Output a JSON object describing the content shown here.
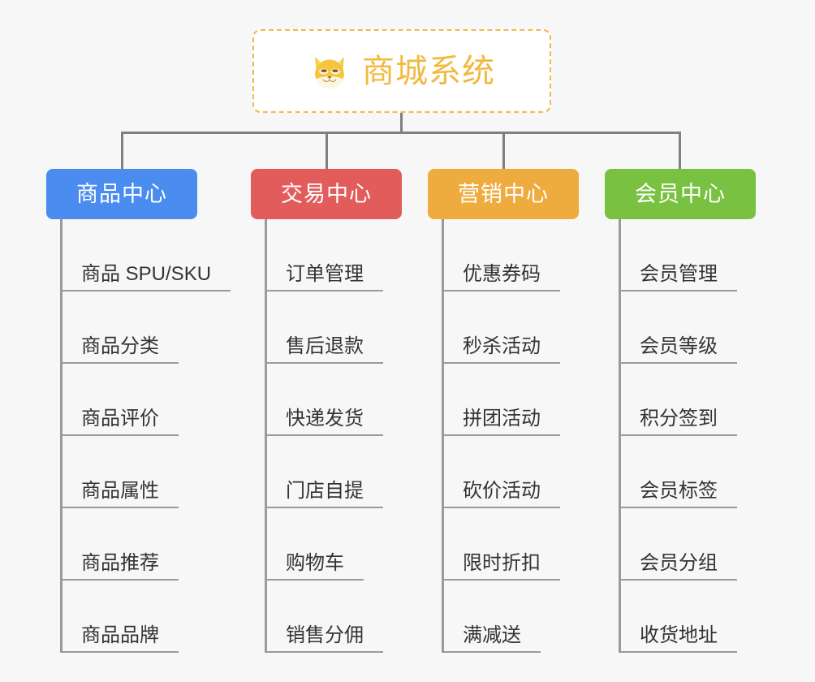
{
  "root": {
    "title": "商城系统",
    "icon": "shiba-dog-face-icon",
    "border_color": "#f2b84b",
    "text_color": "#f2b93f",
    "background": "#ffffff"
  },
  "canvas": {
    "background": "#f7f7f7",
    "connector_color": "#808080",
    "spine_color": "#9a9a9a"
  },
  "columns": [
    {
      "title": "商品中心",
      "color": "#4a8cf0",
      "items": [
        "商品 SPU/SKU",
        "商品分类",
        "商品评价",
        "商品属性",
        "商品推荐",
        "商品品牌"
      ]
    },
    {
      "title": "交易中心",
      "color": "#e25c5c",
      "items": [
        "订单管理",
        "售后退款",
        "快递发货",
        "门店自提",
        "购物车",
        "销售分佣"
      ]
    },
    {
      "title": "营销中心",
      "color": "#eeab3e",
      "items": [
        "优惠券码",
        "秒杀活动",
        "拼团活动",
        "砍价活动",
        "限时折扣",
        "满减送"
      ]
    },
    {
      "title": "会员中心",
      "color": "#79c141",
      "items": [
        "会员管理",
        "会员等级",
        "积分签到",
        "会员标签",
        "会员分组",
        "收货地址"
      ]
    }
  ]
}
